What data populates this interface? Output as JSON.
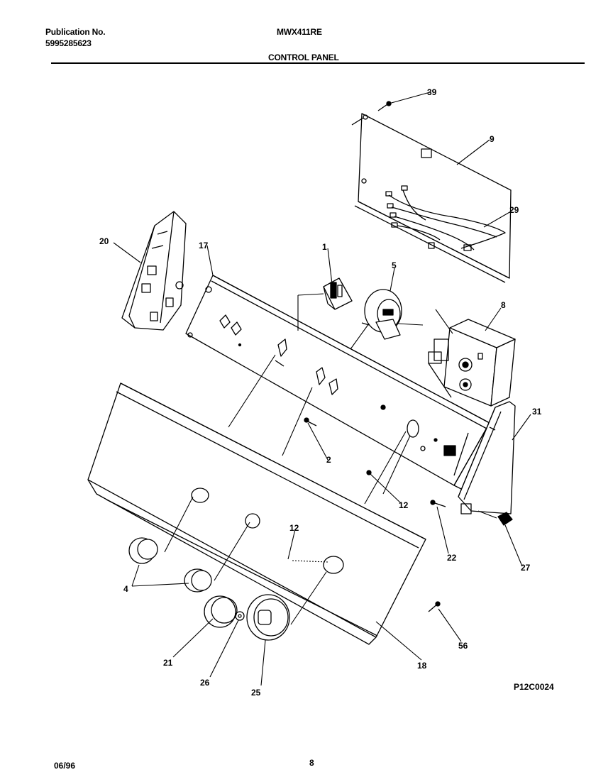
{
  "header": {
    "publication_label": "Publication No.",
    "publication_number": "5995285623",
    "model": "MWX411RE",
    "section_title": "CONTROL PANEL"
  },
  "diagram": {
    "figure_code": "P12C0024",
    "callouts": {
      "c39": "39",
      "c9": "9",
      "c29": "29",
      "c20": "20",
      "c17": "17",
      "c1": "1",
      "c5": "5",
      "c8": "8",
      "c31": "31",
      "c2": "2",
      "c12a": "12",
      "c12b": "12",
      "c22": "22",
      "c27": "27",
      "c4": "4",
      "c21": "21",
      "c26": "26",
      "c25": "25",
      "c18": "18",
      "c56": "56"
    }
  },
  "footer": {
    "date": "06/96",
    "page": "8"
  }
}
